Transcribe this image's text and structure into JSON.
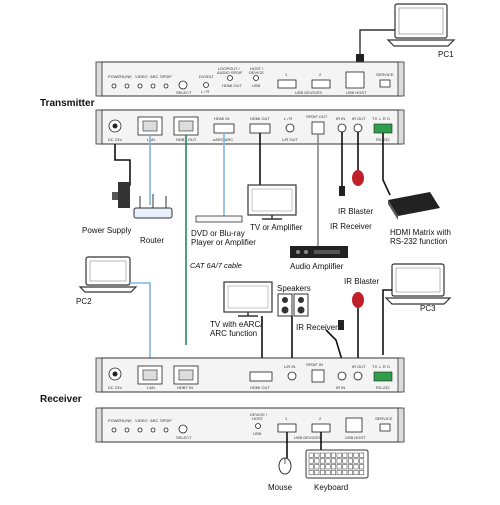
{
  "sections": {
    "transmitter": "Transmitter",
    "receiver": "Receiver"
  },
  "devices": {
    "pc1": "PC1",
    "pc2": "PC2",
    "pc3": "PC3",
    "power_supply": "Power Supply",
    "router": "Router",
    "dvd": [
      "DVD or Blu-ray",
      "Player or Amplifier"
    ],
    "tv_amp": "TV or Amplifier",
    "ir_receiver_tx": "IR Receiver",
    "ir_blaster_tx": "IR Blaster",
    "hdmi_matrix": [
      "HDMI Matrix with",
      "RS-232 function"
    ],
    "audio_amp": "Audio Amplifier",
    "cat_cable": "CAT 6A/7 cable",
    "tv_earc": [
      "TV with eARC/",
      "ARC function"
    ],
    "speakers": "Speakers",
    "ir_receiver_rx": "IR Receiver",
    "ir_blaster_rx": "IR Blaster",
    "mouse": "Mouse",
    "keyboard": "Keyboard"
  },
  "tx_front": {
    "leds": [
      "POWER",
      "LINK",
      "VIDEO",
      "ARC",
      "SPDIF"
    ],
    "select": "SELECT",
    "dvi": "DVI/DLT",
    "lr": "L / R",
    "loopout": "LOOPOUT /",
    "audio_spdif": "AUDIO SPDIF",
    "hdmi_out": "HDMI OUT",
    "host_device": "HOST /",
    "device": "DEVICE",
    "usb": "USB",
    "usb1": "1",
    "usb2": "2",
    "usb_devices": "USB DEVICES",
    "usb_host": "USB HOST",
    "service": "SERVICE"
  },
  "tx_rear": {
    "dc": "DC 24V",
    "lan": "LAN",
    "hdbt_out": "HDBT OUT",
    "hdmi_in": "HDMI IN",
    "earc": "eARC/ARC",
    "hdmi_out": "HDMI OUT",
    "lr_out": "L/R OUT",
    "spdif_out": "SPDIF OUT",
    "ir_in": "IR IN",
    "ir_out": "IR OUT",
    "rs232": "RS-232",
    "txrxg": "TX  ⊥  R G"
  },
  "rx_rear": {
    "dc": "DC 24V",
    "lan": "LAN",
    "hdbt_in": "HDBT IN",
    "hdmi_out": "HDMI OUT",
    "lr_in": "L/R IN",
    "spdif_in": "SPDIF IN",
    "ir_in": "IR IN",
    "ir_out": "IR OUT",
    "rs232": "RS-232",
    "txrxg": "TX  ⊥  R G"
  },
  "rx_front": {
    "leds": [
      "POWER",
      "LINK",
      "VIDEO",
      "ARC",
      "SPDIF"
    ],
    "select": "SELECT",
    "device_host": "DEVICE /",
    "host": "HOST",
    "usb": "USB",
    "usb1": "1",
    "usb2": "2",
    "usb_devices": "USB DEVICES",
    "usb_host": "USB HOST",
    "service": "SERVICE"
  },
  "colors": {
    "lan_cable": "#7db7e8",
    "hdbt_cable": "#1f8a5a",
    "ir_red": "#c0202a",
    "rs232_green": "#2e9e4a"
  }
}
